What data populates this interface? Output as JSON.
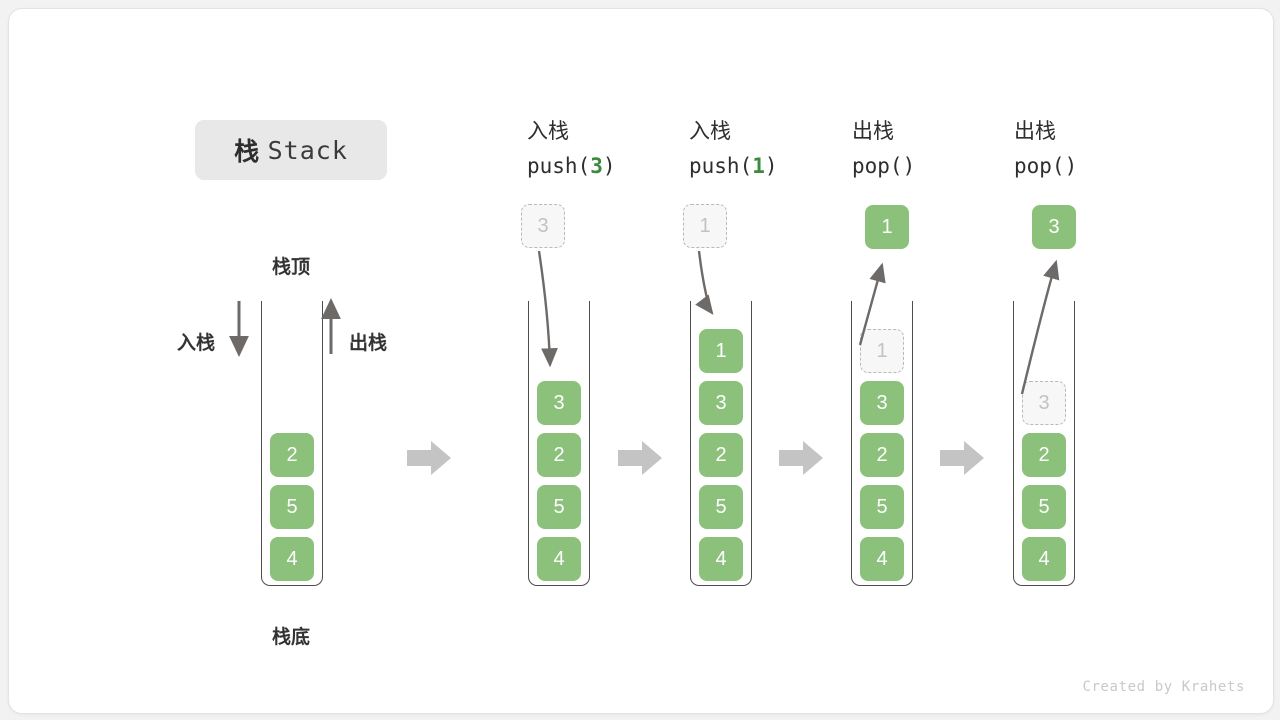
{
  "title": {
    "cn": "栈",
    "en": "Stack"
  },
  "labels": {
    "top": "栈顶",
    "bottom": "栈底",
    "push": "入栈",
    "pop": "出栈"
  },
  "footer": "Created by Krahets",
  "colors": {
    "cell_green": "#8cc17c",
    "accent_green": "#3c8a3c",
    "ghost_fill": "#f7f7f7",
    "ghost_border": "#b9b9b9",
    "container_line": "#4d4d4d",
    "step_arrow": "#c4c4c4",
    "curve_arrow": "#6e6a68",
    "badge_bg": "#e8e8e8",
    "card_bg": "#ffffff",
    "page_bg": "#f2f2f2"
  },
  "icons": {
    "push_arrow": "arrow-down-icon",
    "pop_arrow": "arrow-up-icon",
    "step": "arrow-right-block-icon",
    "flow": "curved-arrow-icon"
  },
  "columns": [
    {
      "id": "initial",
      "head_cn": "",
      "head_code": "",
      "head_code_arg": "",
      "cells": [
        {
          "value": "2",
          "state": "solid"
        },
        {
          "value": "5",
          "state": "solid"
        },
        {
          "value": "4",
          "state": "solid"
        }
      ],
      "float": null
    },
    {
      "id": "push-3",
      "head_cn": "入栈",
      "head_code_pre": "push(",
      "head_code_arg": "3",
      "head_code_post": ")",
      "cells": [
        {
          "value": "3",
          "state": "solid"
        },
        {
          "value": "2",
          "state": "solid"
        },
        {
          "value": "5",
          "state": "solid"
        },
        {
          "value": "4",
          "state": "solid"
        }
      ],
      "float": {
        "value": "3",
        "state": "ghost",
        "direction": "in"
      }
    },
    {
      "id": "push-1",
      "head_cn": "入栈",
      "head_code_pre": "push(",
      "head_code_arg": "1",
      "head_code_post": ")",
      "cells": [
        {
          "value": "1",
          "state": "solid"
        },
        {
          "value": "3",
          "state": "solid"
        },
        {
          "value": "2",
          "state": "solid"
        },
        {
          "value": "5",
          "state": "solid"
        },
        {
          "value": "4",
          "state": "solid"
        }
      ],
      "float": {
        "value": "1",
        "state": "ghost",
        "direction": "in"
      }
    },
    {
      "id": "pop-1",
      "head_cn": "出栈",
      "head_code_pre": "pop(",
      "head_code_arg": "",
      "head_code_post": ")",
      "cells": [
        {
          "value": "1",
          "state": "ghost"
        },
        {
          "value": "3",
          "state": "solid"
        },
        {
          "value": "2",
          "state": "solid"
        },
        {
          "value": "5",
          "state": "solid"
        },
        {
          "value": "4",
          "state": "solid"
        }
      ],
      "float": {
        "value": "1",
        "state": "solid",
        "direction": "out"
      }
    },
    {
      "id": "pop-2",
      "head_cn": "出栈",
      "head_code_pre": "pop(",
      "head_code_arg": "",
      "head_code_post": ")",
      "cells": [
        {
          "value": "3",
          "state": "ghost"
        },
        {
          "value": "2",
          "state": "solid"
        },
        {
          "value": "5",
          "state": "solid"
        },
        {
          "value": "4",
          "state": "solid"
        }
      ],
      "float": {
        "value": "3",
        "state": "solid",
        "direction": "out"
      }
    }
  ]
}
